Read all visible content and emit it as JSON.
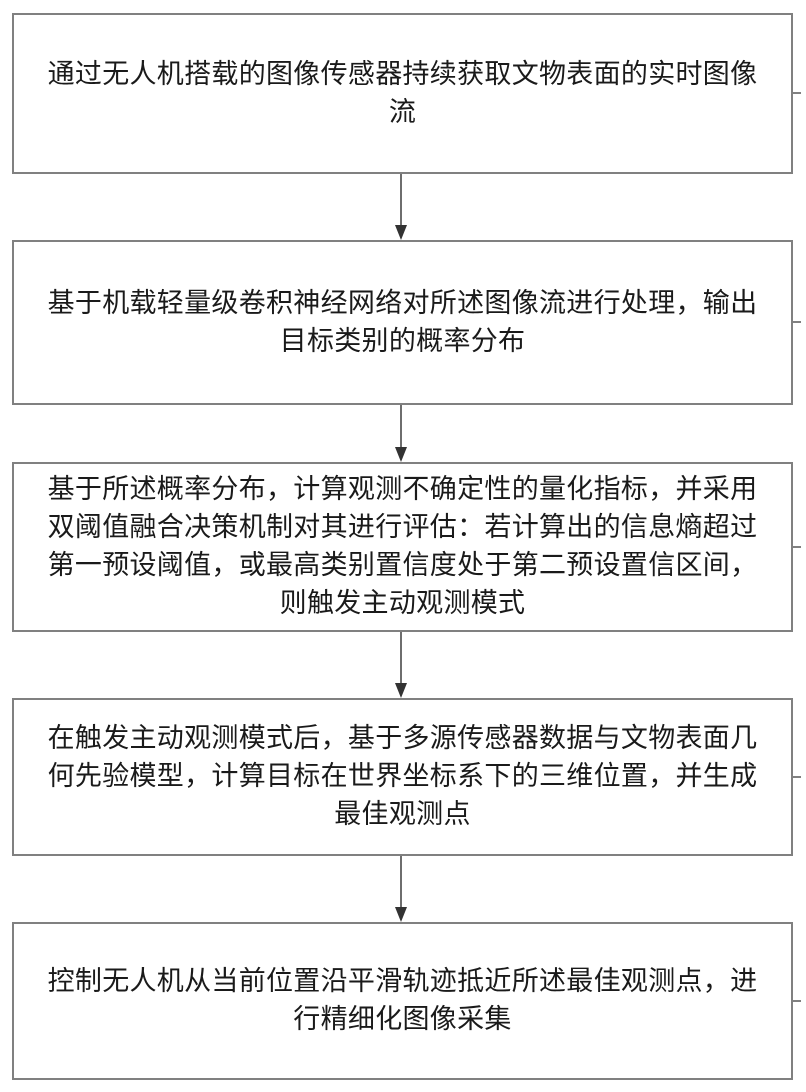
{
  "figure": {
    "type": "flowchart",
    "orientation": "vertical",
    "node_count": 5,
    "arrow_count": 4,
    "colors": {
      "box_border": "#808080",
      "box_fill": "#ffffff",
      "text": "#1a1a1a",
      "arrow_stem": "#6e6e6e",
      "arrow_head": "#333333",
      "page_background": "#ffffff"
    }
  },
  "nodes": [
    {
      "id": "step-1",
      "text": "通过无人机搭载的图像传感器持续获取文物表面的实时图像流"
    },
    {
      "id": "step-2",
      "text": "基于机载轻量级卷积神经网络对所述图像流进行处理，输出目标类别的概率分布"
    },
    {
      "id": "step-3",
      "text": "基于所述概率分布，计算观测不确定性的量化指标，并采用双阈值融合决策机制对其进行评估：若计算出的信息熵超过第一预设阈值，或最高类别置信度处于第二预设置信区间，则触发主动观测模式"
    },
    {
      "id": "step-4",
      "text": "在触发主动观测模式后，基于多源传感器数据与文物表面几何先验模型，计算目标在世界坐标系下的三维位置，并生成最佳观测点"
    },
    {
      "id": "step-5",
      "text": "控制无人机从当前位置沿平滑轨迹抵近所述最佳观测点，进行精细化图像采集"
    }
  ],
  "connectors": [
    {
      "id": "arrow-1",
      "from": "step-1",
      "to": "step-2",
      "icon": "down-arrow-icon"
    },
    {
      "id": "arrow-2",
      "from": "step-2",
      "to": "step-3",
      "icon": "down-arrow-icon"
    },
    {
      "id": "arrow-3",
      "from": "step-3",
      "to": "step-4",
      "icon": "down-arrow-icon"
    },
    {
      "id": "arrow-4",
      "from": "step-4",
      "to": "step-5",
      "icon": "down-arrow-icon"
    }
  ]
}
